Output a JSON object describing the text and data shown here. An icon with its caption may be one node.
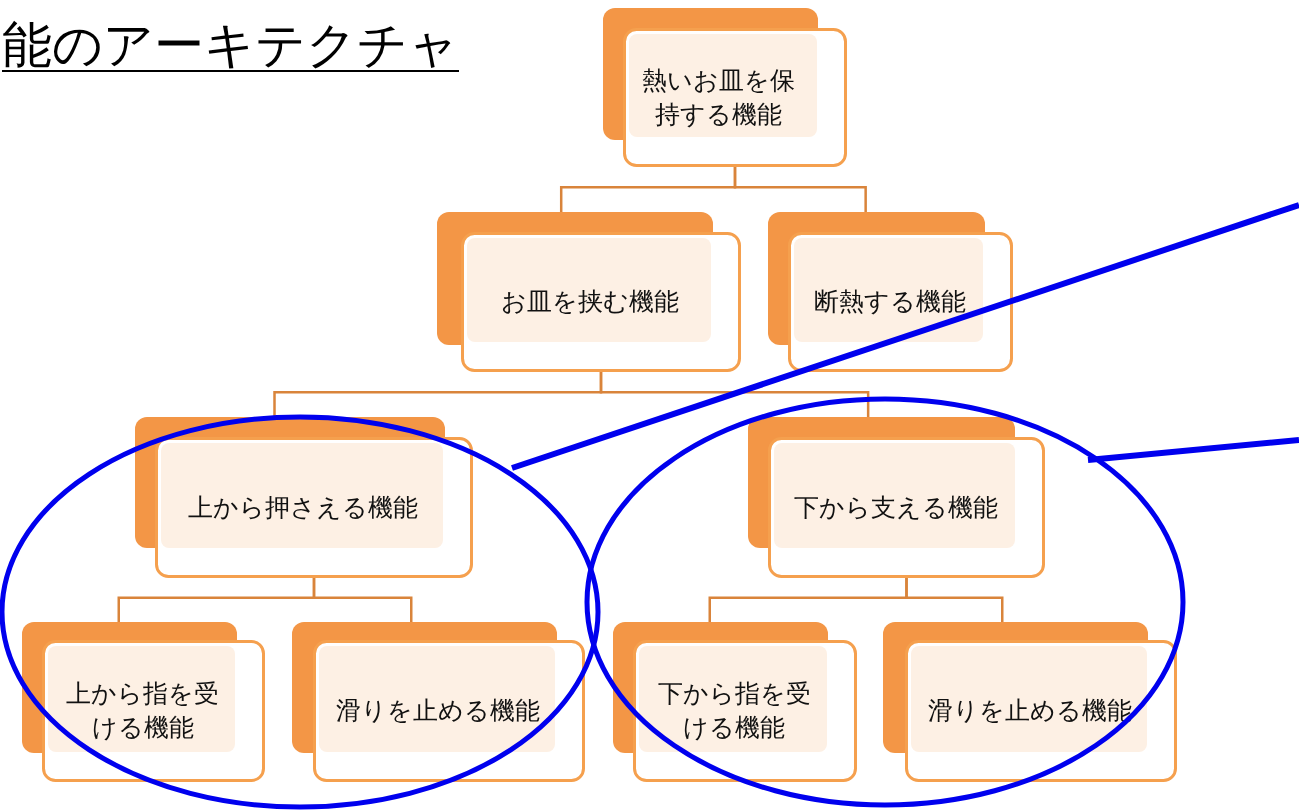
{
  "diagram": {
    "title": "能のアーキテクチャ",
    "nodes": [
      {
        "text": [
          "熱いお皿を保持する機能"
        ]
      },
      {
        "text": [
          "お皿を挟む機能"
        ]
      },
      {
        "text": [
          "断熱する機能"
        ]
      },
      {
        "text": [],
        "shape": "ellipse"
      },
      {
        "text": [
          "上から押さえる機能"
        ],
        "in": 3
      },
      {
        "text": [
          "上から指を受ける機能"
        ],
        "in": 3
      },
      {
        "text": [
          "滑りを止める機能"
        ],
        "in": 3
      },
      {
        "text": [],
        "shape": "ellipse"
      },
      {
        "text": [
          "下から支える機能"
        ],
        "in": 7
      },
      {
        "text": [
          "下から指を受ける機能"
        ],
        "in": 7
      },
      {
        "text": [
          "滑りを止める機能"
        ],
        "in": 7
      }
    ],
    "edges": [
      {
        "from": 0,
        "to": 1,
        "arrow": "none"
      },
      {
        "from": 0,
        "to": 2,
        "arrow": "none"
      },
      {
        "from": 1,
        "to": 4,
        "arrow": "none"
      },
      {
        "from": 1,
        "to": 8,
        "arrow": "none"
      },
      {
        "from": 4,
        "to": 5,
        "arrow": "none"
      },
      {
        "from": 4,
        "to": 6,
        "arrow": "none"
      },
      {
        "from": 8,
        "to": 9,
        "arrow": "none"
      },
      {
        "from": 8,
        "to": 10,
        "arrow": "none"
      },
      {
        "from": 3,
        "to": null,
        "arrow": "none",
        "style": "thick",
        "color": "#0000ee"
      },
      {
        "from": 7,
        "to": null,
        "arrow": "none",
        "style": "thick",
        "color": "#0000ee"
      }
    ]
  }
}
